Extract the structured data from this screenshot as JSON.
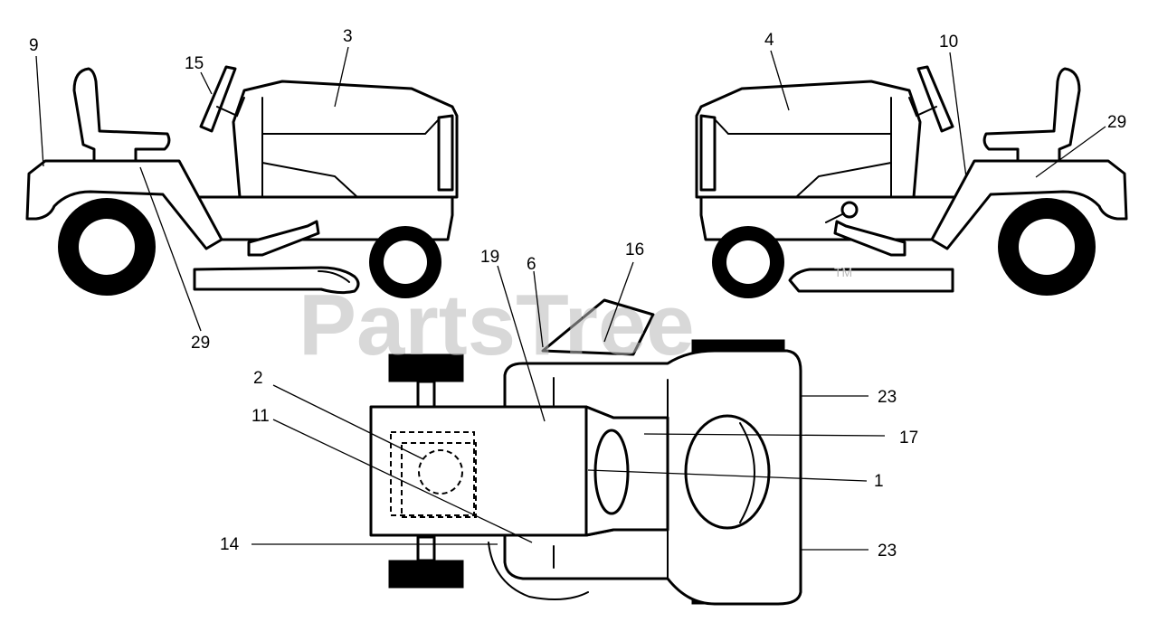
{
  "watermark": {
    "text": "PartsTree",
    "trademark": "TM",
    "color": "#b9b9b9"
  },
  "callouts": [
    {
      "id": "c9",
      "label": "9"
    },
    {
      "id": "c15",
      "label": "15"
    },
    {
      "id": "c3",
      "label": "3"
    },
    {
      "id": "c29a",
      "label": "29"
    },
    {
      "id": "c4",
      "label": "4"
    },
    {
      "id": "c10",
      "label": "10"
    },
    {
      "id": "c29b",
      "label": "29"
    },
    {
      "id": "c19",
      "label": "19"
    },
    {
      "id": "c6",
      "label": "6"
    },
    {
      "id": "c16",
      "label": "16"
    },
    {
      "id": "c2",
      "label": "2"
    },
    {
      "id": "c11",
      "label": "11"
    },
    {
      "id": "c14",
      "label": "14"
    },
    {
      "id": "c23a",
      "label": "23"
    },
    {
      "id": "c17",
      "label": "17"
    },
    {
      "id": "c1",
      "label": "1"
    },
    {
      "id": "c23b",
      "label": "23"
    }
  ]
}
